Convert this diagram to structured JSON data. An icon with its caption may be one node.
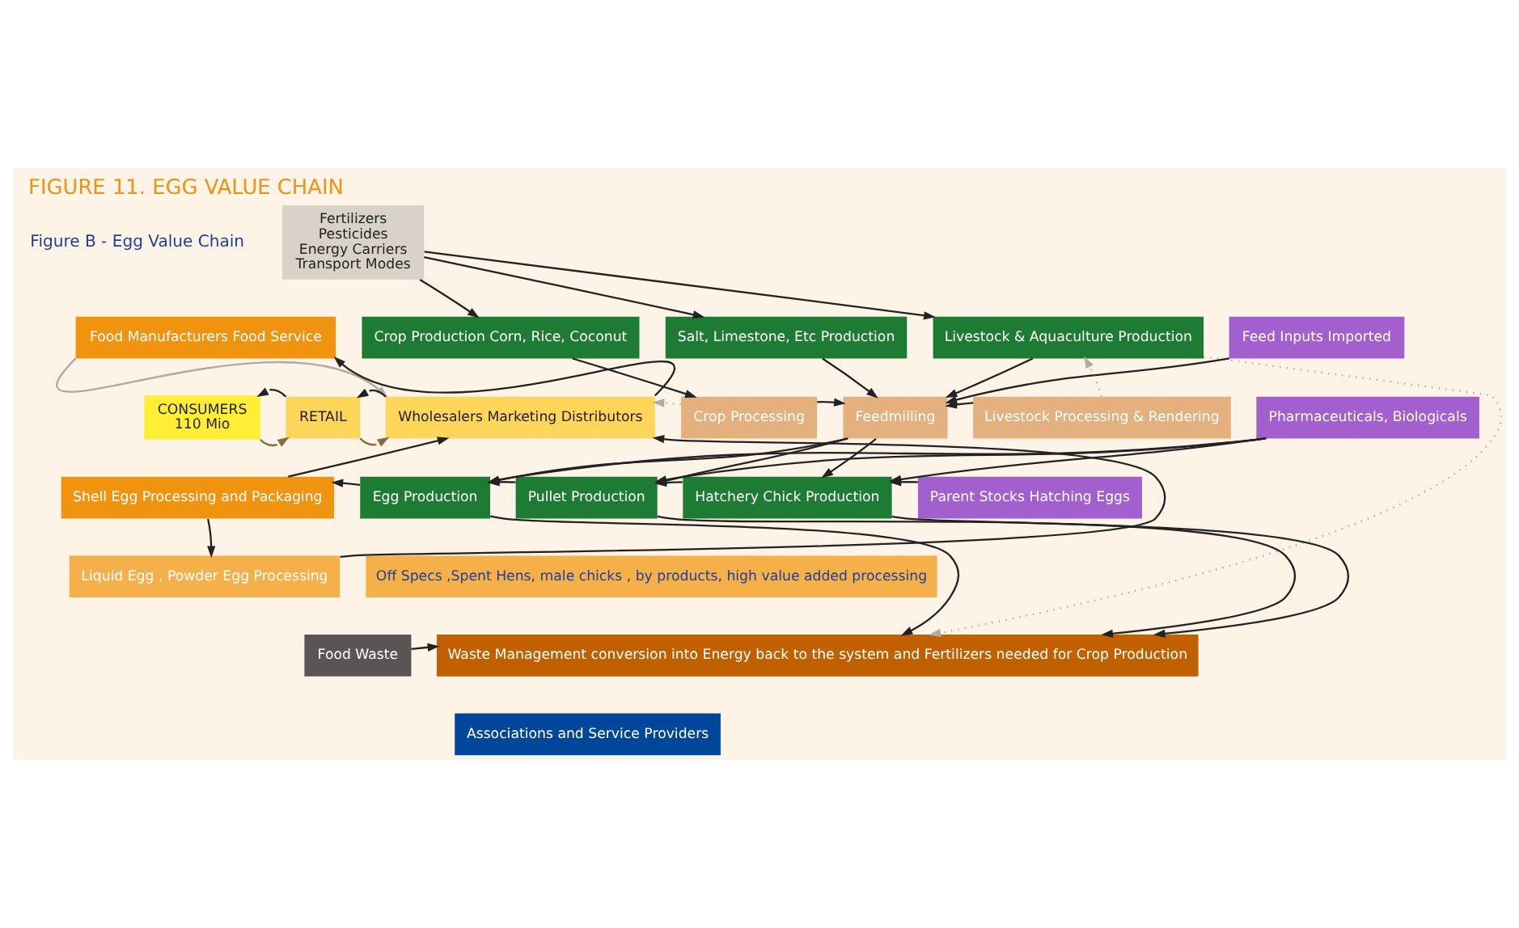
{
  "diagram": {
    "title": "FIGURE 11. EGG VALUE CHAIN",
    "nodes": [
      {
        "text": [
          "Fertilizers",
          "Pesticides",
          "Energy Carriers",
          "Transport Modes"
        ]
      },
      {
        "text": [
          "Crop Production Corn, Rice, Coconut"
        ]
      },
      {
        "text": [
          "Salt, Limestone, Etc Production"
        ]
      },
      {
        "text": [
          "Livestock & Aquaculture Production"
        ]
      },
      {
        "text": [
          "Feed Inputs Imported"
        ]
      },
      {
        "text": [
          "Food Manufacturers Food Service"
        ]
      },
      {
        "text": [
          "CONSUMERS",
          "110 Mio"
        ]
      },
      {
        "text": [
          "RETAIL"
        ]
      },
      {
        "text": [
          "Wholesalers Marketing Distributors"
        ]
      },
      {
        "text": [
          "Crop Processing"
        ]
      },
      {
        "text": [
          "Feedmilling"
        ]
      },
      {
        "text": [
          "Livestock Processing & Rendering"
        ]
      },
      {
        "text": [
          "Pharmaceuticals, Biologicals"
        ]
      },
      {
        "text": [
          "Shell Egg Processing and Packaging"
        ]
      },
      {
        "text": [
          "Egg Production"
        ]
      },
      {
        "text": [
          "Pullet Production"
        ]
      },
      {
        "text": [
          "Hatchery Chick Production"
        ]
      },
      {
        "text": [
          "Parent Stocks Hatching Eggs"
        ]
      },
      {
        "text": [
          "Liquid Egg , Powder Egg Processing"
        ]
      },
      {
        "text": [
          "Off Specs ,Spent Hens, male chicks , by products, high value added processing"
        ]
      },
      {
        "text": [
          "Food Waste"
        ]
      },
      {
        "text": [
          "Waste Management conversion into Energy back to the system and Fertilizers needed for Crop Production"
        ]
      },
      {
        "text": [
          "Associations and Service Providers"
        ]
      }
    ],
    "edges": [
      {
        "from": 0,
        "to": 1,
        "arrow": "to"
      },
      {
        "from": 0,
        "to": 2,
        "arrow": "to"
      },
      {
        "from": 0,
        "to": 3,
        "arrow": "to"
      },
      {
        "from": 1,
        "to": 9,
        "arrow": "to"
      },
      {
        "from": 9,
        "to": 10,
        "arrow": "to"
      },
      {
        "from": 2,
        "to": 10,
        "arrow": "to"
      },
      {
        "from": 3,
        "to": 10,
        "arrow": "to"
      },
      {
        "from": 4,
        "to": 10,
        "arrow": "to"
      },
      {
        "from": 11,
        "to": 10,
        "arrow": "to"
      },
      {
        "from": 10,
        "to": 14,
        "arrow": "to"
      },
      {
        "from": 10,
        "to": 15,
        "arrow": "to"
      },
      {
        "from": 10,
        "to": 16,
        "arrow": "to"
      },
      {
        "from": 12,
        "to": 14,
        "arrow": "to"
      },
      {
        "from": 12,
        "to": 15,
        "arrow": "to"
      },
      {
        "from": 12,
        "to": 16,
        "arrow": "to"
      },
      {
        "from": 15,
        "to": 14,
        "arrow": "to"
      },
      {
        "from": 16,
        "to": 15,
        "arrow": "to"
      },
      {
        "from": 17,
        "to": 16,
        "arrow": "to"
      },
      {
        "from": 14,
        "to": 13,
        "arrow": "to"
      },
      {
        "from": 13,
        "to": 8,
        "arrow": "to"
      },
      {
        "from": 13,
        "to": 18,
        "arrow": "to"
      },
      {
        "from": 18,
        "to": 8,
        "arrow": "to"
      },
      {
        "from": 8,
        "to": 5,
        "arrow": "to"
      },
      {
        "from": 5,
        "to": 8,
        "arrow": "to",
        "color": "#b0aaa4"
      },
      {
        "from": 8,
        "to": 7,
        "arrow": "to"
      },
      {
        "from": 7,
        "to": 6,
        "arrow": "to"
      },
      {
        "from": 6,
        "to": 7,
        "arrow": "to",
        "color": "#8b6a3e"
      },
      {
        "from": 7,
        "to": 8,
        "arrow": "to",
        "color": "#8b6a3e"
      },
      {
        "from": 9,
        "to": 8,
        "arrow": "to",
        "style": "dashed",
        "color": "#b0aaa4"
      },
      {
        "from": 11,
        "to": 3,
        "arrow": "to",
        "style": "dashed",
        "color": "#b0aaa4"
      },
      {
        "from": 3,
        "to": 21,
        "arrow": "to",
        "style": "dashed",
        "color": "#b0aaa4"
      },
      {
        "from": 14,
        "to": 21,
        "arrow": "to"
      },
      {
        "from": 15,
        "to": 21,
        "arrow": "to"
      },
      {
        "from": 16,
        "to": 21,
        "arrow": "to"
      },
      {
        "from": 20,
        "to": 21,
        "arrow": "to"
      }
    ],
    "labels": [
      "Figure B - Egg Value Chain"
    ]
  }
}
